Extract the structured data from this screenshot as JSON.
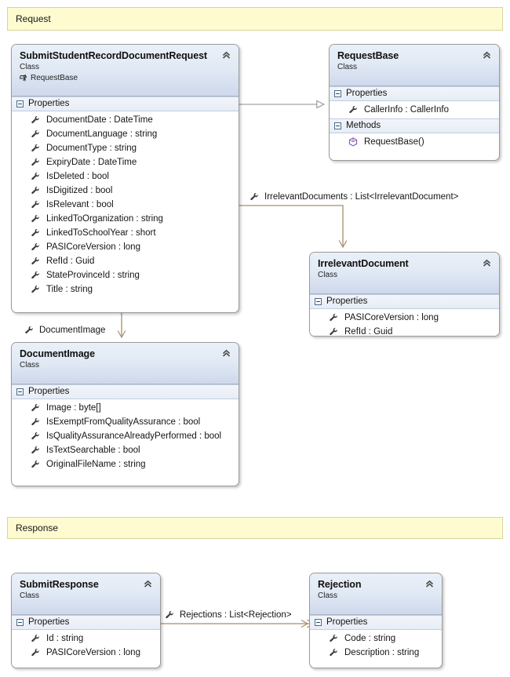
{
  "diagram": {
    "title": "UML Class Diagram",
    "colors": {
      "banner_fill": "#fdfbcf",
      "banner_border": "#d8d49a",
      "class_border": "#9a9a9a",
      "header_gradient_top": "#eaf0f8",
      "header_gradient_bottom": "#ced9ec",
      "compartment_fill": "#eef2f9",
      "inheritance_line": "#888888",
      "association_line": "#a98d6a",
      "property_icon": "#3b3b3b",
      "method_icon": "#8a56b8"
    }
  },
  "banners": [
    {
      "name": "request-banner",
      "label": "Request"
    },
    {
      "name": "response-banner",
      "label": "Response"
    }
  ],
  "classes": [
    {
      "id": "submit-student-record-document-request",
      "name": "SubmitStudentRecordDocumentRequest",
      "kind": "Class",
      "base": "RequestBase",
      "collapse_icon": "chevron-up-double-icon",
      "compartments": [
        {
          "title": "Properties",
          "expander_icon": "minus-box-icon",
          "members": [
            {
              "icon": "property-wrench-icon",
              "label": "DocumentDate : DateTime"
            },
            {
              "icon": "property-wrench-icon",
              "label": "DocumentLanguage : string"
            },
            {
              "icon": "property-wrench-icon",
              "label": "DocumentType : string"
            },
            {
              "icon": "property-wrench-icon",
              "label": "ExpiryDate : DateTime"
            },
            {
              "icon": "property-wrench-icon",
              "label": "IsDeleted : bool"
            },
            {
              "icon": "property-wrench-icon",
              "label": "IsDigitized : bool"
            },
            {
              "icon": "property-wrench-icon",
              "label": "IsRelevant : bool"
            },
            {
              "icon": "property-wrench-icon",
              "label": "LinkedToOrganization : string"
            },
            {
              "icon": "property-wrench-icon",
              "label": "LinkedToSchoolYear : short"
            },
            {
              "icon": "property-wrench-icon",
              "label": "PASICoreVersion : long"
            },
            {
              "icon": "property-wrench-icon",
              "label": "RefId : Guid"
            },
            {
              "icon": "property-wrench-icon",
              "label": "StateProvinceId : string"
            },
            {
              "icon": "property-wrench-icon",
              "label": "Title : string"
            }
          ]
        }
      ]
    },
    {
      "id": "request-base",
      "name": "RequestBase",
      "kind": "Class",
      "base": null,
      "collapse_icon": "chevron-up-double-icon",
      "compartments": [
        {
          "title": "Properties",
          "expander_icon": "minus-box-icon",
          "members": [
            {
              "icon": "property-wrench-icon",
              "label": "CallerInfo : CallerInfo"
            }
          ]
        },
        {
          "title": "Methods",
          "expander_icon": "minus-box-icon",
          "members": [
            {
              "icon": "method-cube-icon",
              "label": "RequestBase()"
            }
          ]
        }
      ]
    },
    {
      "id": "irrelevant-document",
      "name": "IrrelevantDocument",
      "kind": "Class",
      "base": null,
      "collapse_icon": "chevron-up-double-icon",
      "compartments": [
        {
          "title": "Properties",
          "expander_icon": "minus-box-icon",
          "members": [
            {
              "icon": "property-wrench-icon",
              "label": "PASICoreVersion : long"
            },
            {
              "icon": "property-wrench-icon",
              "label": "RefId : Guid"
            }
          ]
        }
      ]
    },
    {
      "id": "document-image",
      "name": "DocumentImage",
      "kind": "Class",
      "base": null,
      "collapse_icon": "chevron-up-double-icon",
      "compartments": [
        {
          "title": "Properties",
          "expander_icon": "minus-box-icon",
          "members": [
            {
              "icon": "property-wrench-icon",
              "label": "Image : byte[]"
            },
            {
              "icon": "property-wrench-icon",
              "label": "IsExemptFromQualityAssurance : bool"
            },
            {
              "icon": "property-wrench-icon",
              "label": "IsQualityAssuranceAlreadyPerformed : bool"
            },
            {
              "icon": "property-wrench-icon",
              "label": "IsTextSearchable : bool"
            },
            {
              "icon": "property-wrench-icon",
              "label": "OriginalFileName : string"
            }
          ]
        }
      ]
    },
    {
      "id": "submit-response",
      "name": "SubmitResponse",
      "kind": "Class",
      "base": null,
      "collapse_icon": "chevron-up-double-icon",
      "compartments": [
        {
          "title": "Properties",
          "expander_icon": "minus-box-icon",
          "members": [
            {
              "icon": "property-wrench-icon",
              "label": "Id : string"
            },
            {
              "icon": "property-wrench-icon",
              "label": "PASICoreVersion : long"
            }
          ]
        }
      ]
    },
    {
      "id": "rejection",
      "name": "Rejection",
      "kind": "Class",
      "base": null,
      "collapse_icon": "chevron-up-double-icon",
      "compartments": [
        {
          "title": "Properties",
          "expander_icon": "minus-box-icon",
          "members": [
            {
              "icon": "property-wrench-icon",
              "label": "Code : string"
            },
            {
              "icon": "property-wrench-icon",
              "label": "Description : string"
            }
          ]
        }
      ]
    }
  ],
  "connectors": [
    {
      "id": "inheritance-submit-to-requestbase",
      "type": "inheritance",
      "label": null,
      "icon": null
    },
    {
      "id": "association-irrelevant-documents",
      "type": "association",
      "icon": "property-wrench-icon",
      "label": "IrrelevantDocuments : List<IrrelevantDocument>"
    },
    {
      "id": "association-document-image",
      "type": "association",
      "icon": "property-wrench-icon",
      "label": "DocumentImage"
    },
    {
      "id": "association-rejections",
      "type": "association",
      "icon": "property-wrench-icon",
      "label": "Rejections : List<Rejection>"
    }
  ]
}
